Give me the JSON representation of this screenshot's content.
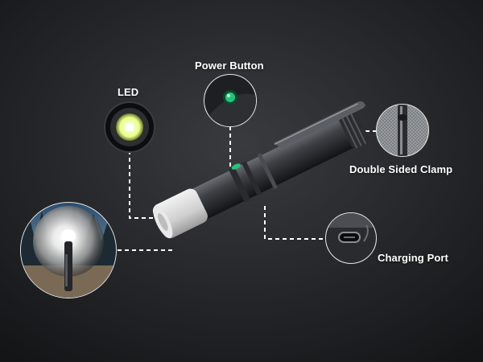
{
  "colors": {
    "background_center": "#3a3b3f",
    "background_edge": "#141517",
    "body_dark": "#1b1c1f",
    "body_mid": "#3e4045",
    "body_highlight": "#6a6d73",
    "lens_cap": "#d9d9d9",
    "led_glow": "#e8ff8c",
    "power_button": "#27c27a",
    "leader_line": "#ffffff"
  },
  "callouts": {
    "led": {
      "label": "LED",
      "icon": "led-emitter-icon"
    },
    "power_button": {
      "label": "Power Button",
      "icon": "power-button-icon"
    },
    "double_sided_clamp": {
      "label": "Double Sided Clamp",
      "icon": "pocket-clip-icon"
    },
    "charging_port": {
      "label": "Charging Port",
      "icon": "usb-c-port-icon"
    },
    "in_use": {
      "icon": "flashlight-beam-icon"
    }
  }
}
